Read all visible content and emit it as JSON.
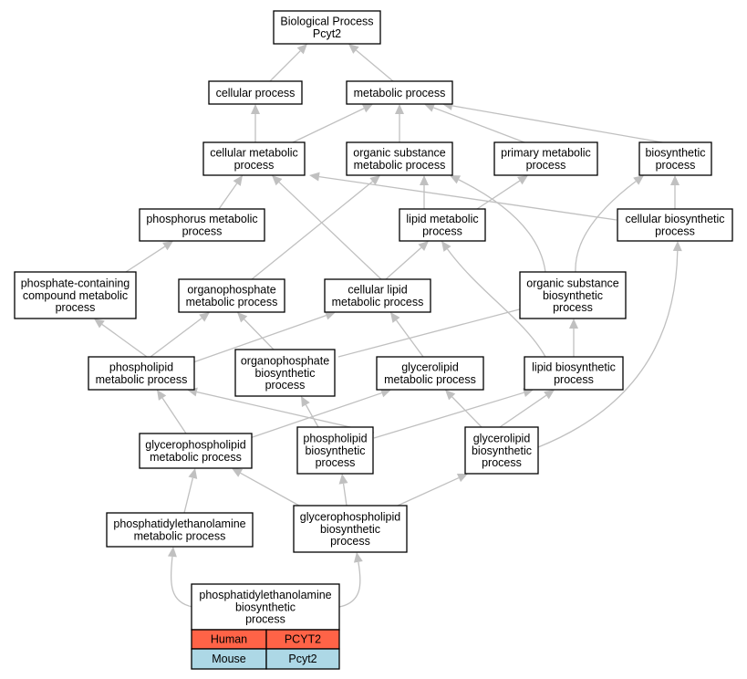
{
  "diagram": {
    "colors": {
      "edge": "#c0c0c0",
      "human_row": "#ff6347",
      "mouse_row": "#add8e6"
    },
    "nodes": {
      "root": [
        "Biological Process",
        "Pcyt2"
      ],
      "cellular_process": [
        "cellular process"
      ],
      "metabolic_process": [
        "metabolic process"
      ],
      "cellular_metabolic": [
        "cellular metabolic",
        "process"
      ],
      "organic_substance_metabolic": [
        "organic substance",
        "metabolic process"
      ],
      "primary_metabolic": [
        "primary metabolic",
        "process"
      ],
      "biosynthetic": [
        "biosynthetic",
        "process"
      ],
      "phosphorus_metabolic": [
        "phosphorus metabolic",
        "process"
      ],
      "lipid_metabolic": [
        "lipid metabolic",
        "process"
      ],
      "cellular_biosynthetic": [
        "cellular biosynthetic",
        "process"
      ],
      "phosphate_containing": [
        "phosphate-containing",
        "compound metabolic",
        "process"
      ],
      "organophosphate_metabolic": [
        "organophosphate",
        "metabolic process"
      ],
      "cellular_lipid_metabolic": [
        "cellular lipid",
        "metabolic process"
      ],
      "organic_substance_biosynthetic": [
        "organic substance",
        "biosynthetic",
        "process"
      ],
      "phospholipid_metabolic": [
        "phospholipid",
        "metabolic process"
      ],
      "organophosphate_biosynthetic": [
        "organophosphate",
        "biosynthetic",
        "process"
      ],
      "glycerolipid_metabolic": [
        "glycerolipid",
        "metabolic process"
      ],
      "lipid_biosynthetic": [
        "lipid biosynthetic",
        "process"
      ],
      "glycerophospholipid_metabolic": [
        "glycerophospholipid",
        "metabolic process"
      ],
      "phospholipid_biosynthetic": [
        "phospholipid",
        "biosynthetic",
        "process"
      ],
      "glycerolipid_biosynthetic": [
        "glycerolipid",
        "biosynthetic",
        "process"
      ],
      "pe_metabolic": [
        "phosphatidylethanolamine",
        "metabolic process"
      ],
      "glycerophospholipid_biosynthetic": [
        "glycerophospholipid",
        "biosynthetic",
        "process"
      ],
      "pe_biosynthetic": [
        "phosphatidylethanolamine",
        "biosynthetic",
        "process"
      ]
    },
    "gene_table": {
      "rows": [
        {
          "species": "Human",
          "gene": "PCYT2"
        },
        {
          "species": "Mouse",
          "gene": "Pcyt2"
        }
      ]
    }
  }
}
